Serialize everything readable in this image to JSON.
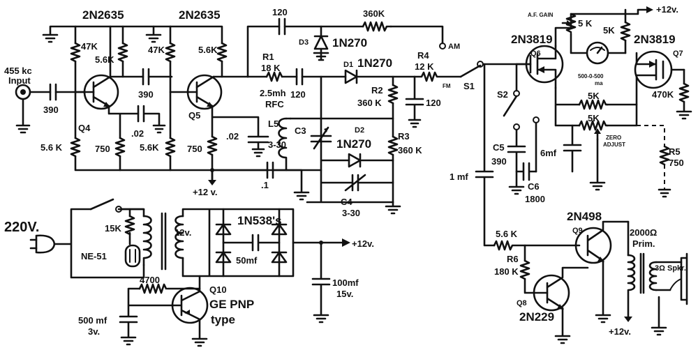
{
  "transistors": {
    "q4": {
      "type": "2N2635",
      "ref": "Q4"
    },
    "q5": {
      "type": "2N2635",
      "ref": "Q5"
    },
    "q6": {
      "type": "2N3819",
      "ref": "Q6"
    },
    "q7": {
      "type": "2N3819",
      "ref": "Q7"
    },
    "q8": {
      "type": "2N229",
      "ref": "Q8"
    },
    "q9": {
      "type": "2N498",
      "ref": "Q9"
    },
    "q10": {
      "ref": "Q10",
      "desc1": "GE PNP",
      "desc2": "type"
    }
  },
  "input": {
    "line1": "455 kc",
    "line2": "Input"
  },
  "power": {
    "mains": "220V.",
    "neon": "NE-51",
    "transformer_sec": "12v.",
    "bridge": "1N538's",
    "out": "+12v."
  },
  "resistors": {
    "r47k_a": "47K",
    "r56k_a": "5.6K",
    "r56k_b": "5.6 K",
    "r750_a": "750",
    "r47k_b": "47K",
    "r56k_c": "5.6K",
    "r56k_d": "5.6K",
    "r750_b": "750",
    "r360k_top": "360K",
    "r1_ref": "R1",
    "r1_val": "18 K",
    "r2_ref": "R2",
    "r2_val": "360 K",
    "r3_ref": "R3",
    "r3_val": "360 K",
    "r4_ref": "R4",
    "r4_val": "12 K",
    "r5_ref": "R5",
    "r5_val": "750",
    "r6_ref": "R6",
    "r6_val": "180 K",
    "r56k_e": "5.6 K",
    "r15k": "15K",
    "r4700": "4700",
    "pot_af": "5 K",
    "r5k_b": "5K",
    "r470k": "470K",
    "r5k_c": "5K",
    "pot_zero": "5K"
  },
  "capacitors": {
    "c390_in": "390",
    "c390_cpl": "390",
    "c02_a": ".02",
    "c02_b": ".02",
    "c120_top": "120",
    "c120_mid": "120",
    "c120_r": "120",
    "c01": ".1",
    "c3_ref": "C3",
    "c3_val": "3-30",
    "c4_ref": "C4",
    "c4_val": "3-30",
    "c5_ref": "C5",
    "c5_val": "390",
    "c6_ref": "C6",
    "c6_val": "1800",
    "c6mf": "6mf",
    "c1mf": "1 mf",
    "c50mf": "50mf",
    "c100mf_1": "100mf",
    "c100mf_2": "15v.",
    "c500mf_1": "500 mf",
    "c500mf_2": "3v."
  },
  "diodes": {
    "d1_ref": "D1",
    "d1_val": "1N270",
    "d2_ref": "D2",
    "d2_val": "1N270",
    "d3_ref": "D3",
    "d3_val": "1N270"
  },
  "inductors": {
    "rfc_1": "2.5mh",
    "rfc_2": "RFC",
    "l5": "L5"
  },
  "switches": {
    "s1": "S1",
    "s2": "S2",
    "am": "AM",
    "fm": "FM"
  },
  "meter": {
    "label1": "500-0-500",
    "label2": "ma"
  },
  "labels": {
    "af_gain": "A.F. GAIN",
    "zero_1": "ZERO",
    "zero_2": "ADJUST",
    "plus12_top": "+12v.",
    "plus12_q5": "+12 v.",
    "plus12_spk": "+12v.",
    "prim_1": "2000Ω",
    "prim_2": "Prim.",
    "spkr": "3Ω Spkr."
  }
}
